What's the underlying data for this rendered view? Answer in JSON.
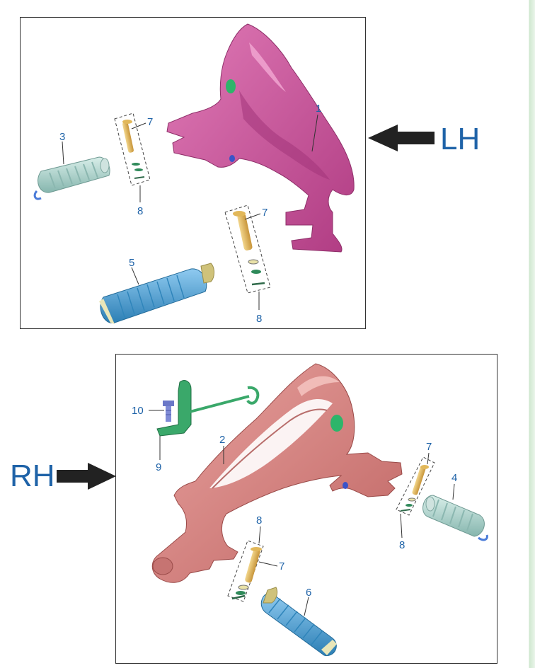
{
  "labels": {
    "lh": "LH",
    "rh": "RH"
  },
  "callouts": {
    "lh_frame": "1",
    "rh_frame": "2",
    "lh_rear_peg": "3",
    "rh_rear_peg": "4",
    "lh_front_peg": "5",
    "rh_front_peg": "6",
    "pin": "7",
    "clip": "8",
    "bracket": "9",
    "bolt": "10"
  },
  "colors": {
    "lh_frame": "#d0559d",
    "rh_frame": "#d98280",
    "rear_peg": "#a9d3cc",
    "front_peg": "#4d9fd3",
    "pin": "#e2b85a",
    "bracket": "#3aa86a",
    "bolt": "#6b78c8",
    "label": "#1f63a8"
  }
}
